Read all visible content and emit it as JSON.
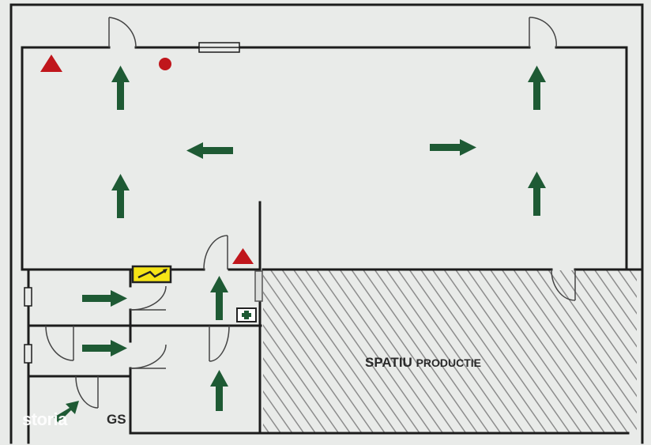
{
  "labels": {
    "production_area_bold": "SPATIU",
    "production_area_rest": "PRODUCTIE",
    "room_gs": "GS"
  },
  "watermark": {
    "text": "storia"
  },
  "colors": {
    "wall": "#1c1c1c",
    "arrow": "#1e5a34",
    "hazard_marker": "#c0161c",
    "electrical_panel": "#f5e416",
    "hatch": "#8c8c8c",
    "background": "#e9ebe9"
  },
  "icons": {
    "hazard": "red-triangle-icon",
    "extinguisher": "red-dot-icon",
    "first_aid": "first-aid-icon",
    "electrical": "electrical-panel-icon"
  }
}
